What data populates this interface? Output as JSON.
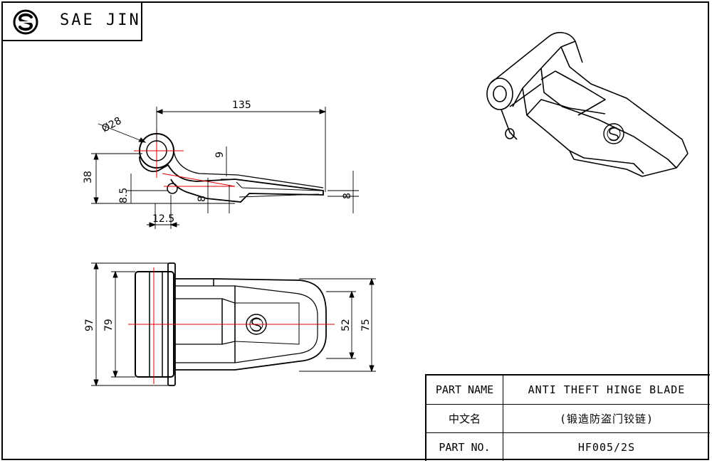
{
  "brand": {
    "name": "SAE JIN",
    "logo_icon": "saejin-logo-icon"
  },
  "dimensions": {
    "length": "135",
    "diameter": "Ø28",
    "height": "38",
    "offset": "8.5",
    "hole_spacing": "12.5",
    "blade_gap": "9",
    "blade_thick_a": "8",
    "blade_thick_b": "8",
    "width_outer": "97",
    "width_inner": "79",
    "blade_width": "52",
    "blade_outer": "75"
  },
  "title_block": {
    "part_name_label": "PART NAME",
    "part_name_value": "ANTI THEFT HINGE BLADE",
    "chinese_label": "中文名",
    "chinese_value": "(锻造防盗门铰链)",
    "part_no_label": "PART NO.",
    "part_no_value": "HF005/2S"
  },
  "colors": {
    "line": "#000000",
    "centerline": "#e00000"
  }
}
